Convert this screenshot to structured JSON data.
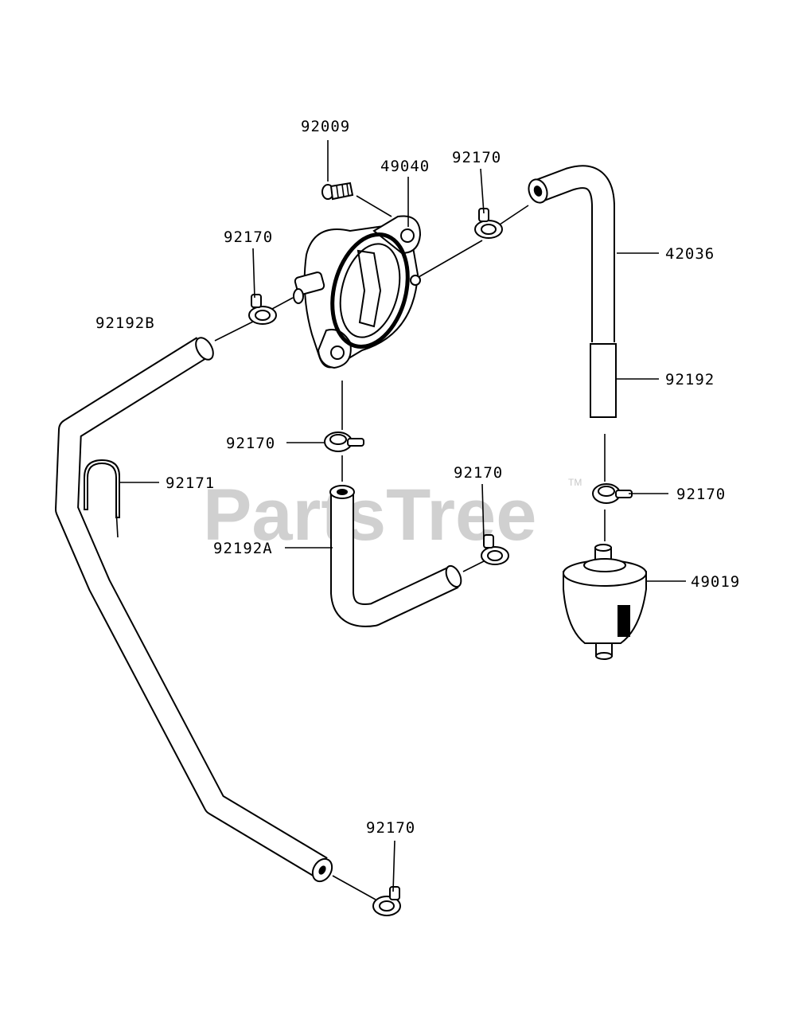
{
  "watermark": {
    "text": "PartsTree",
    "trademark": "TM"
  },
  "callouts": [
    {
      "id": "92009",
      "label": "92009"
    },
    {
      "id": "49040",
      "label": "49040"
    },
    {
      "id": "92170-a",
      "label": "92170"
    },
    {
      "id": "42036",
      "label": "42036"
    },
    {
      "id": "92170-b",
      "label": "92170"
    },
    {
      "id": "92192B",
      "label": "92192B"
    },
    {
      "id": "92192",
      "label": "92192"
    },
    {
      "id": "92170-c",
      "label": "92170"
    },
    {
      "id": "92171",
      "label": "92171"
    },
    {
      "id": "92170-d",
      "label": "92170"
    },
    {
      "id": "92170-e",
      "label": "92170"
    },
    {
      "id": "92192A",
      "label": "92192A"
    },
    {
      "id": "49019",
      "label": "49019"
    },
    {
      "id": "92170-f",
      "label": "92170"
    }
  ]
}
